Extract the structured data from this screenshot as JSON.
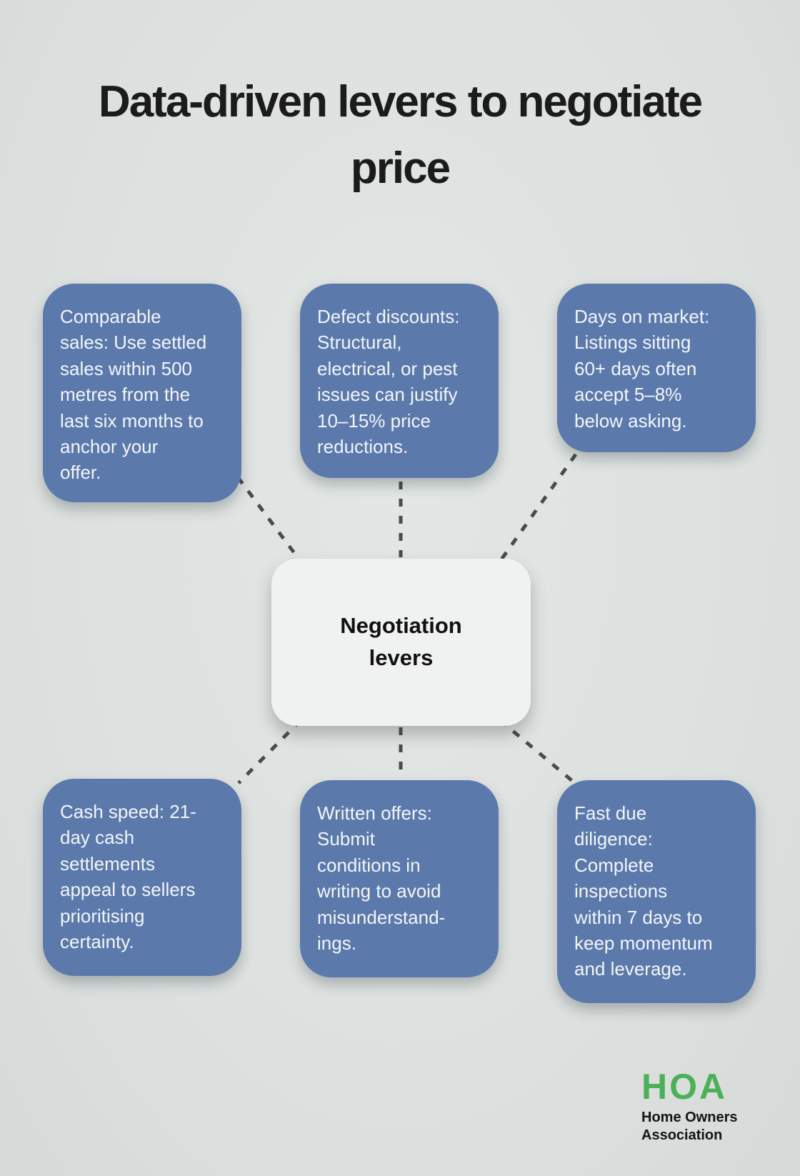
{
  "title": "Data-driven levers to negotiate\nprice",
  "center": {
    "label": "Negotiation\nlevers"
  },
  "nodes": [
    {
      "id": "comparable-sales",
      "text": "Comparable\nsales: Use settled\nsales within 500\nmetres from the\nlast six months to\nanchor your\noffer."
    },
    {
      "id": "defect-discounts",
      "text": "Defect discounts:\nStructural,\nelectrical, or pest\nissues can justify\n10–15% price\nreductions."
    },
    {
      "id": "days-on-market",
      "text": "Days on market:\nListings sitting\n60+ days often\naccept 5–8%\nbelow asking."
    },
    {
      "id": "cash-speed",
      "text": "Cash speed: 21-\nday cash\nsettlements\nappeal to sellers\nprioritising\ncertainty."
    },
    {
      "id": "written-offers",
      "text": "Written offers:\nSubmit\nconditions in\nwriting to avoid\nmisunderstand-\nings."
    },
    {
      "id": "fast-due-diligence",
      "text": "Fast due\ndiligence:\nComplete\ninspections\nwithin 7 days to\nkeep momentum\nand leverage."
    }
  ],
  "logo": {
    "wordmark": "HOA",
    "subtext": "Home Owners\nAssociation"
  },
  "colors": {
    "background": "#dde1df",
    "node_blue": "#5b79ab",
    "node_text": "#f3f6f9",
    "center_card": "#f0f2f1",
    "connector_grey": "#4b4b4b",
    "title_black": "#1b1b1b",
    "logo_green": "#4bb057"
  }
}
